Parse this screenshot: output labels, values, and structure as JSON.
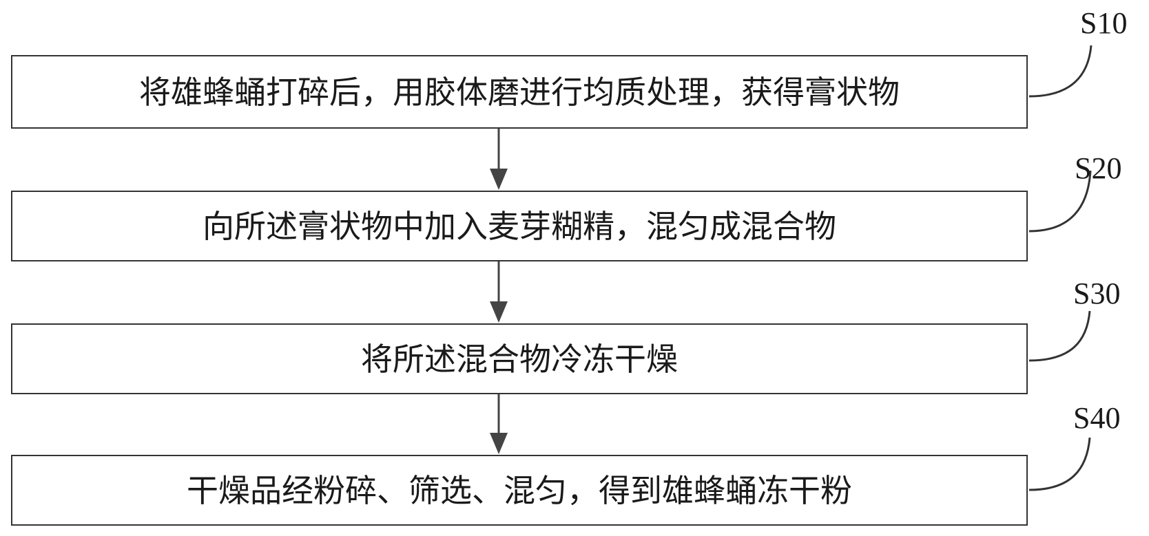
{
  "steps": [
    {
      "label": "S10",
      "text": "将雄蜂蛹打碎后，用胶体磨进行均质处理，获得膏状物"
    },
    {
      "label": "S20",
      "text": "向所述膏状物中加入麦芽糊精，混匀成混合物"
    },
    {
      "label": "S30",
      "text": "将所述混合物冷冻干燥"
    },
    {
      "label": "S40",
      "text": "干燥品经粉碎、筛选、混匀，得到雄蜂蛹冻干粉"
    }
  ],
  "colors": {
    "stroke": "#333333",
    "arrow": "#444444",
    "text": "#1a1a1a"
  }
}
